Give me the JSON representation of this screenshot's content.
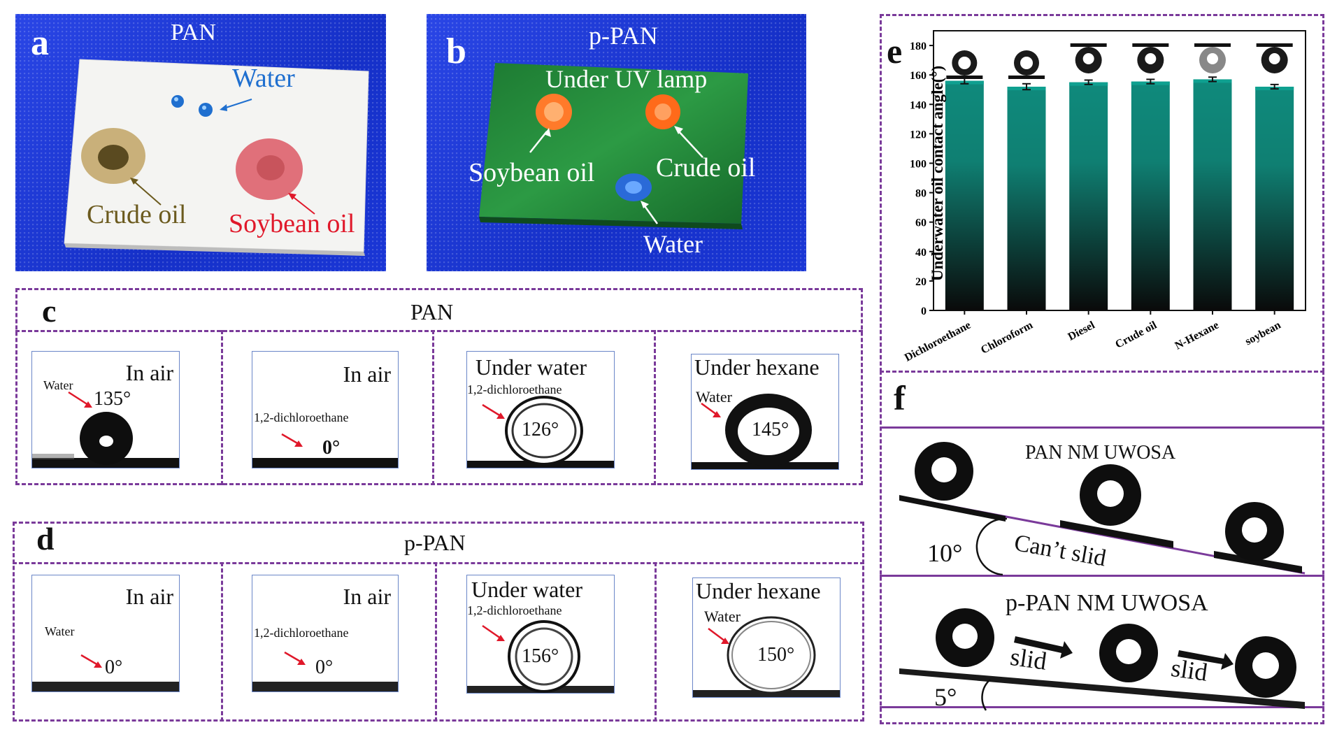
{
  "panel_a": {
    "letter": "a",
    "title": "PAN",
    "water": "Water",
    "crude_oil": "Crude oil",
    "soybean_oil": "Soybean oil",
    "colors": {
      "water": "#1f6fcf",
      "crude": "#6b5a1e",
      "soybean": "#e0182a"
    }
  },
  "panel_b": {
    "letter": "b",
    "title": "p-PAN",
    "uv": "Under UV lamp",
    "soybean_oil": "Soybean oil",
    "crude_oil": "Crude oil",
    "water": "Water"
  },
  "panel_c": {
    "letter": "c",
    "title": "PAN",
    "boxes": [
      {
        "condition": "In air",
        "liquid": "Water",
        "angle": "135°"
      },
      {
        "condition": "In air",
        "liquid": "1,2-dichloroethane",
        "angle": "0°"
      },
      {
        "condition": "Under water",
        "liquid": "1,2-dichloroethane",
        "angle": "126°"
      },
      {
        "condition": "Under hexane",
        "liquid": "Water",
        "angle": "145°"
      }
    ]
  },
  "panel_d": {
    "letter": "d",
    "title": "p-PAN",
    "boxes": [
      {
        "condition": "In air",
        "liquid": "Water",
        "angle": "0°"
      },
      {
        "condition": "In air",
        "liquid": "1,2-dichloroethane",
        "angle": "0°"
      },
      {
        "condition": "Under water",
        "liquid": "1,2-dichloroethane",
        "angle": "156°"
      },
      {
        "condition": "Under hexane",
        "liquid": "Water",
        "angle": "150°"
      }
    ]
  },
  "panel_e": {
    "letter": "e"
  },
  "panel_f": {
    "letter": "f",
    "top_title": "PAN NM UWOSA",
    "top_angle": "10°",
    "top_note": "Can’t slid",
    "bottom_title": "p-PAN NM UWOSA",
    "bottom_angle": "5°",
    "slid": "slid"
  },
  "chart_data": {
    "type": "bar",
    "categories": [
      "Dichloroethane",
      "Chloroform",
      "Diesel",
      "Crude oil",
      "N-Hexane",
      "soybean"
    ],
    "values": [
      156,
      152,
      155,
      155.5,
      157,
      152
    ],
    "errors": [
      2,
      2,
      1.5,
      1.5,
      1.5,
      1.5
    ],
    "ylabel": "Underwater oil contact angle(°)",
    "ylim": [
      0,
      190
    ],
    "yticks": [
      0,
      20,
      40,
      60,
      80,
      100,
      120,
      140,
      160,
      180
    ],
    "bar_color_top": "#0f8a7c",
    "bar_color_bottom": "#0a0a0a"
  }
}
